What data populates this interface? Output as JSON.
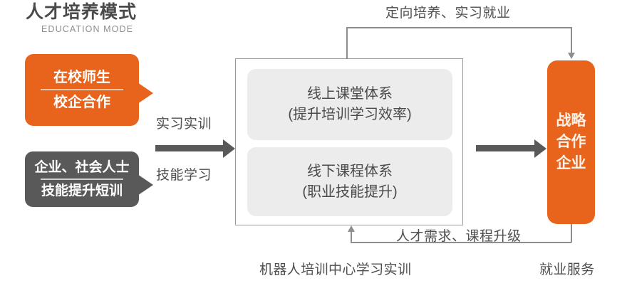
{
  "header": {
    "title": "人才培养模式",
    "subtitle": "EDUCATION MODE"
  },
  "colors": {
    "orange": "#e8631b",
    "gray_dark": "#595959",
    "gray_text": "#4f4f4f",
    "card_bg": "#ececec",
    "line": "#8e8e8e"
  },
  "sources": [
    {
      "id": "school",
      "line1": "在校师生",
      "line2": "校企合作",
      "color": "#e8631b"
    },
    {
      "id": "enterprise",
      "line1": "企业、社会人士",
      "line2": "技能提升短训",
      "color": "#595959"
    }
  ],
  "mid_labels": {
    "top": "实习实训",
    "bottom": "技能学习"
  },
  "center": {
    "cards": [
      {
        "id": "online",
        "line1": "线上课堂体系",
        "line2": "(提升培训学习效率)"
      },
      {
        "id": "offline",
        "line1": "线下课程体系",
        "line2": "(职业技能提升)"
      }
    ]
  },
  "partner": {
    "line1": "战略",
    "line2": "合作",
    "line3": "企业"
  },
  "flows": {
    "top_label": "定向培养、实习就业",
    "bottom_label": "人才需求、课程升级"
  },
  "captions": {
    "center": "机器人培训中心学习实训",
    "right": "就业服务"
  }
}
